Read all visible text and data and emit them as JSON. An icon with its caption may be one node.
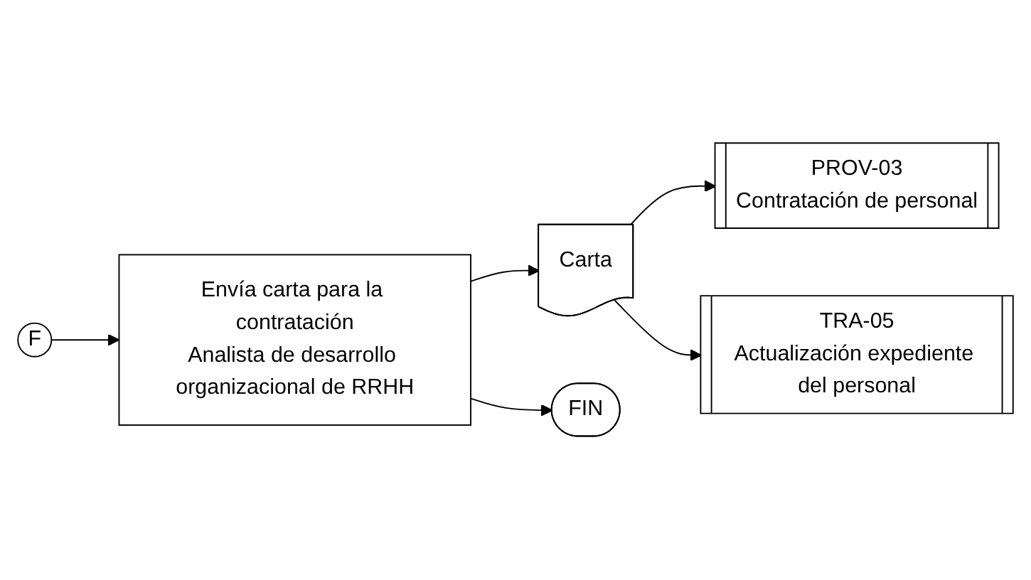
{
  "diagram": {
    "nodes": [
      {
        "text": [
          "F"
        ]
      },
      {
        "text": [
          "Envía carta para la contratación",
          "Analista de desarrollo organizacional de RRHH"
        ]
      },
      {
        "text": [
          "Carta"
        ]
      },
      {
        "text": [
          "PROV-03",
          "Contratación de personal"
        ]
      },
      {
        "text": [
          "TRA-05",
          "Actualización expediente del personal"
        ]
      },
      {
        "text": [
          "FIN"
        ]
      }
    ],
    "edges": [
      {
        "from": 0,
        "to": 1,
        "arrow": "to"
      },
      {
        "from": 1,
        "to": 2,
        "arrow": "to"
      },
      {
        "from": 2,
        "to": 3,
        "arrow": "to"
      },
      {
        "from": 2,
        "to": 4,
        "arrow": "to"
      },
      {
        "from": 1,
        "to": 5,
        "arrow": "to"
      }
    ]
  }
}
